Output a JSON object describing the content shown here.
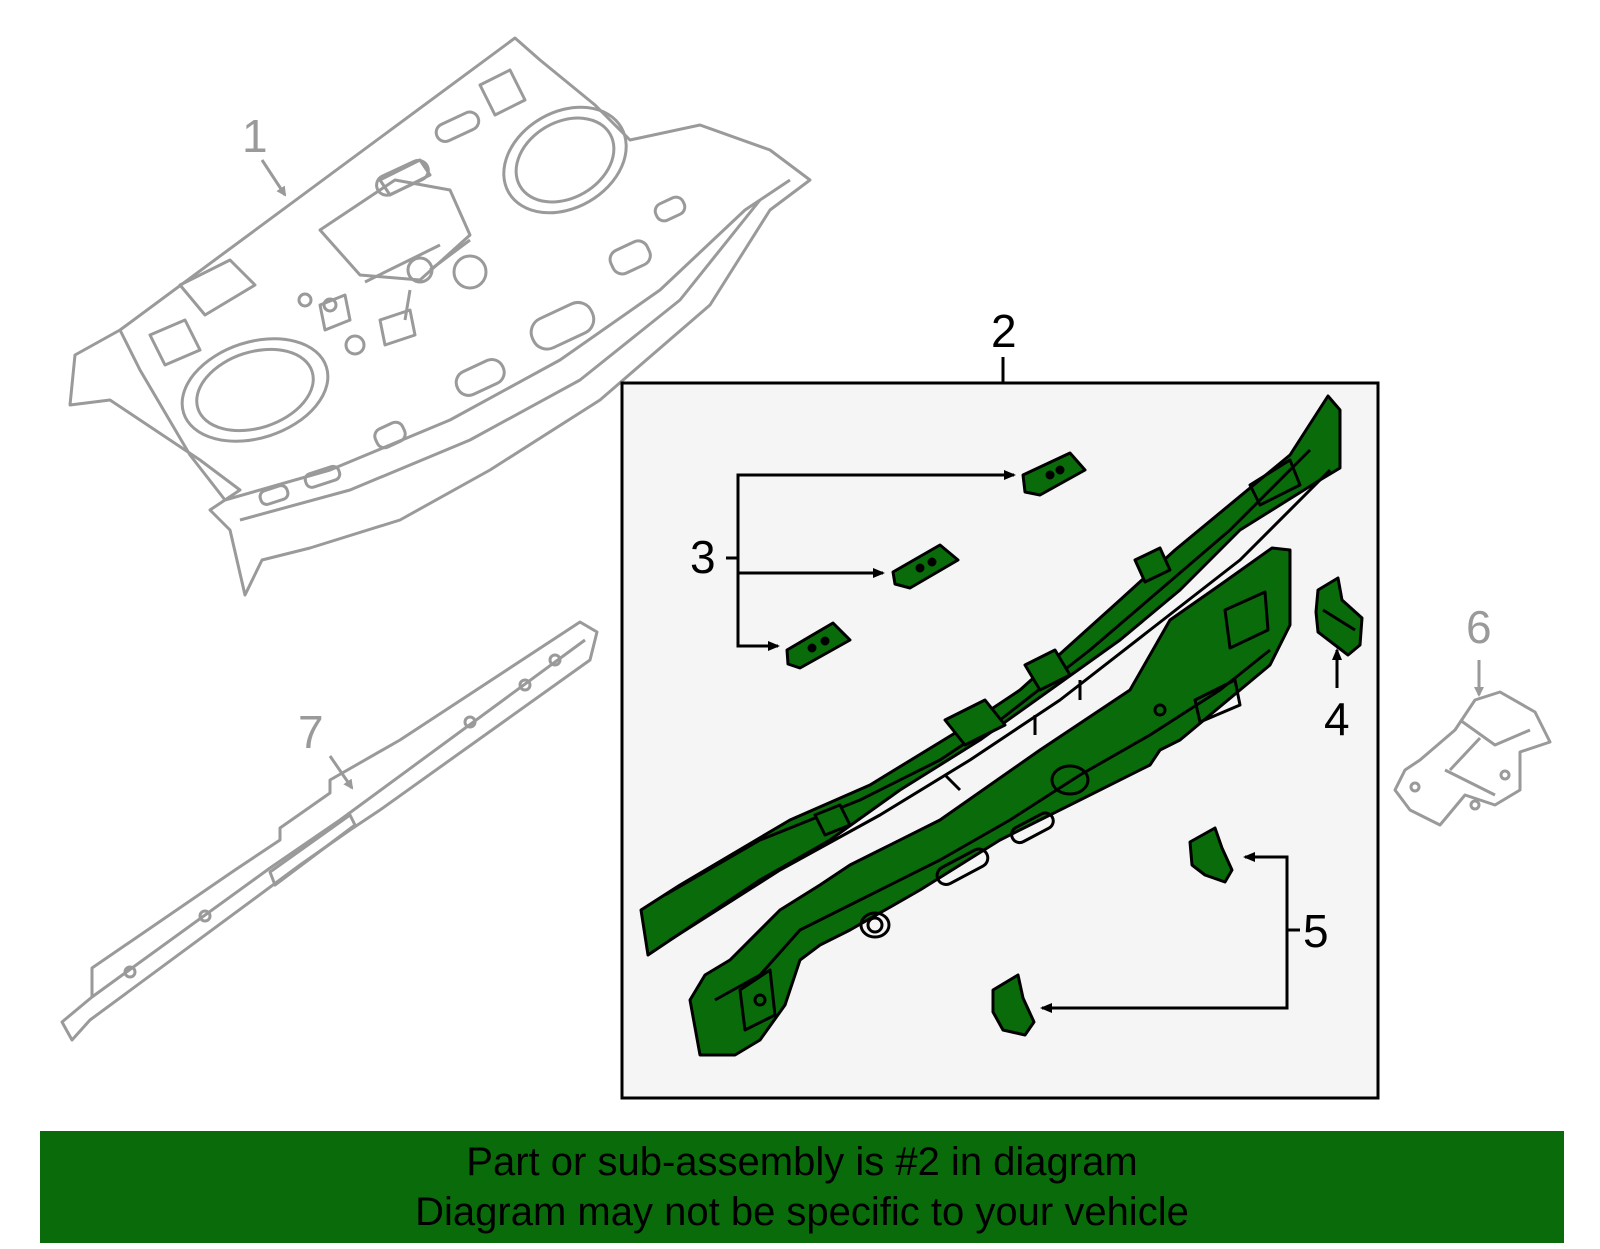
{
  "colors": {
    "highlight": "#0a6b0a",
    "banner": "#0a6b0a",
    "outline": "#000000",
    "inactive": "#9a9a9a",
    "box_fill": "#f5f5f5"
  },
  "callouts": {
    "c1": "1",
    "c2": "2",
    "c3": "3",
    "c4": "4",
    "c5": "5",
    "c6": "6",
    "c7": "7"
  },
  "banner": {
    "line1": "Part or sub-assembly is #2 in diagram",
    "line2": "Diagram may not be specific to your vehicle"
  }
}
